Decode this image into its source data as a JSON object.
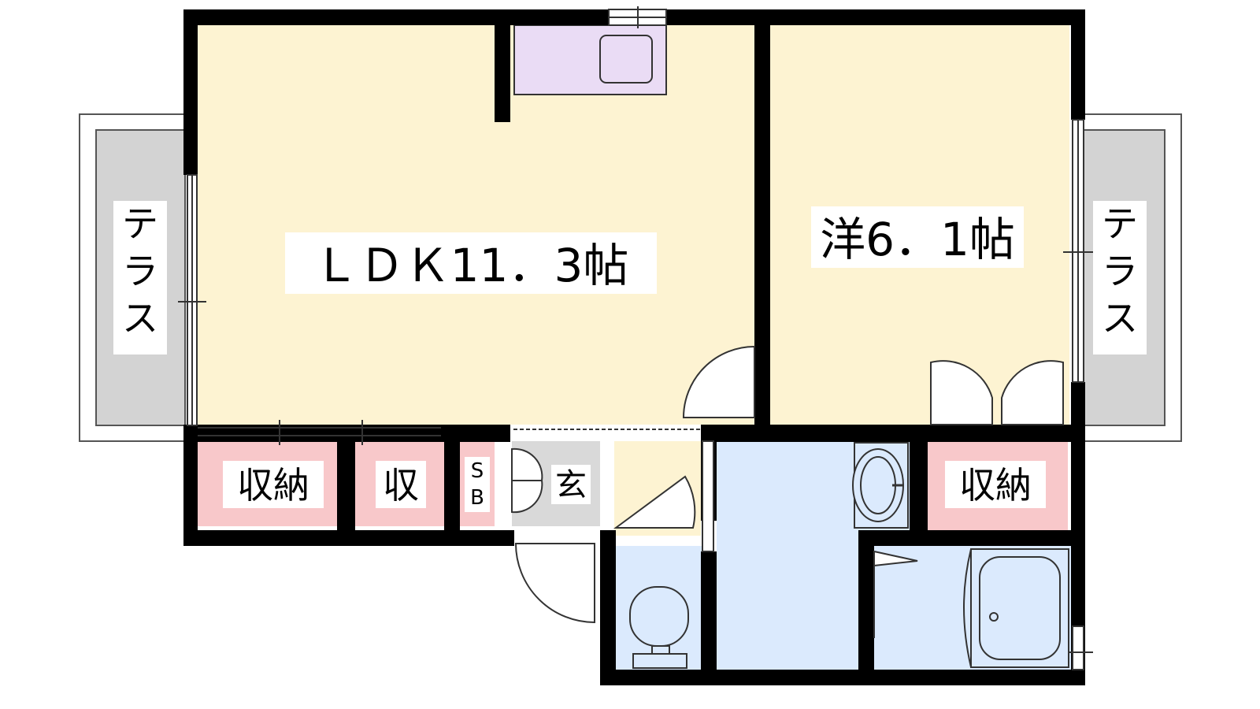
{
  "colors": {
    "background": "#ffffff",
    "wall": "#000000",
    "floor_living": "#fdf3d2",
    "floor_wet": "#dbeafd",
    "kitchen_counter": "#eadcf5",
    "storage": "#f8c8ca",
    "terrace": "#d3d3d3",
    "entrance": "#d9d9d9"
  },
  "rooms": {
    "ldk": {
      "label": "ＬＤＫ11．3帖"
    },
    "western": {
      "label": "洋6．1帖"
    }
  },
  "storage": {
    "left_large": "収納",
    "left_small": "収",
    "right": "収納"
  },
  "entrance": {
    "shoebox_s": "S",
    "shoebox_b": "B",
    "genkan": "玄"
  },
  "terrace": {
    "left": "テラス",
    "right": "テラス"
  },
  "fixtures": [
    "kitchen-sink-icon",
    "washbasin-icon",
    "toilet-icon",
    "bathtub-icon",
    "door-swing-icon"
  ]
}
